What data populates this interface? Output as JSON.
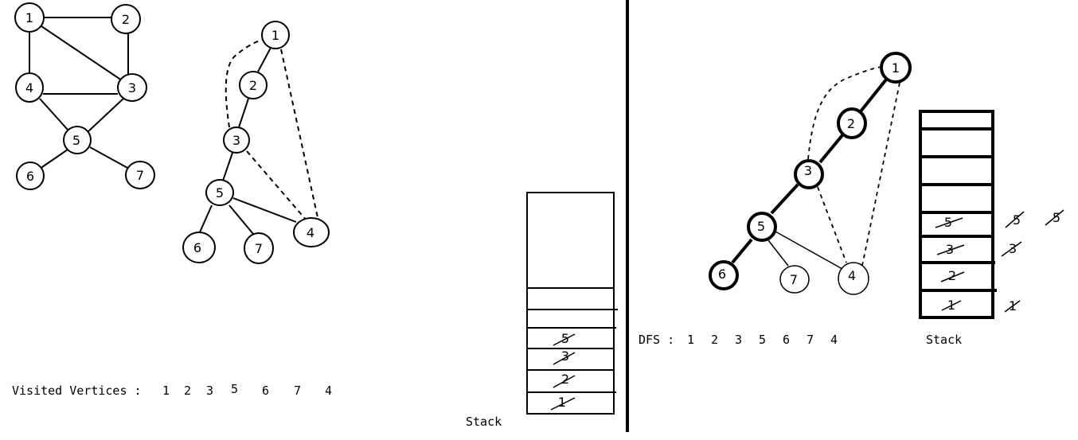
{
  "undirected_graph": {
    "nodes": [
      "1",
      "2",
      "3",
      "4",
      "5",
      "6",
      "7"
    ],
    "edges": [
      [
        "1",
        "2"
      ],
      [
        "1",
        "4"
      ],
      [
        "1",
        "3"
      ],
      [
        "2",
        "3"
      ],
      [
        "4",
        "3"
      ],
      [
        "4",
        "5"
      ],
      [
        "3",
        "5"
      ],
      [
        "5",
        "6"
      ],
      [
        "5",
        "7"
      ]
    ]
  },
  "dfs_tree_left": {
    "nodes": [
      "1",
      "2",
      "3",
      "5",
      "6",
      "7",
      "4"
    ],
    "tree_edges": [
      [
        "1",
        "2"
      ],
      [
        "2",
        "3"
      ],
      [
        "3",
        "5"
      ],
      [
        "5",
        "6"
      ],
      [
        "5",
        "7"
      ],
      [
        "5",
        "4"
      ]
    ],
    "back_edges": [
      [
        "3",
        "1"
      ],
      [
        "4",
        "1"
      ],
      [
        "3",
        "4"
      ]
    ]
  },
  "dfs_tree_right": {
    "nodes": [
      "1",
      "2",
      "3",
      "5",
      "6",
      "7",
      "4"
    ],
    "tree_edges": [
      [
        "1",
        "2"
      ],
      [
        "2",
        "3"
      ],
      [
        "3",
        "5"
      ],
      [
        "5",
        "6"
      ],
      [
        "5",
        "7"
      ],
      [
        "5",
        "4"
      ]
    ],
    "back_edges": [
      [
        "3",
        "1"
      ],
      [
        "4",
        "1"
      ],
      [
        "3",
        "4"
      ]
    ]
  },
  "visited": {
    "label": "Visited Vertices :",
    "values": [
      "1",
      "2",
      "3",
      "5",
      "6",
      "7",
      "4"
    ]
  },
  "dfs": {
    "label": "DFS :",
    "values": [
      "1",
      "2",
      "3",
      "5",
      "6",
      "7",
      "4"
    ]
  },
  "stack_left": {
    "label": "Stack",
    "crossed_items": [
      "5",
      "3",
      "2",
      "1"
    ]
  },
  "stack_right": {
    "label": "Stack",
    "crossed_items": [
      "5",
      "3",
      "2",
      "1"
    ],
    "popped_outside": [
      "5",
      "5",
      "3",
      "1"
    ]
  }
}
